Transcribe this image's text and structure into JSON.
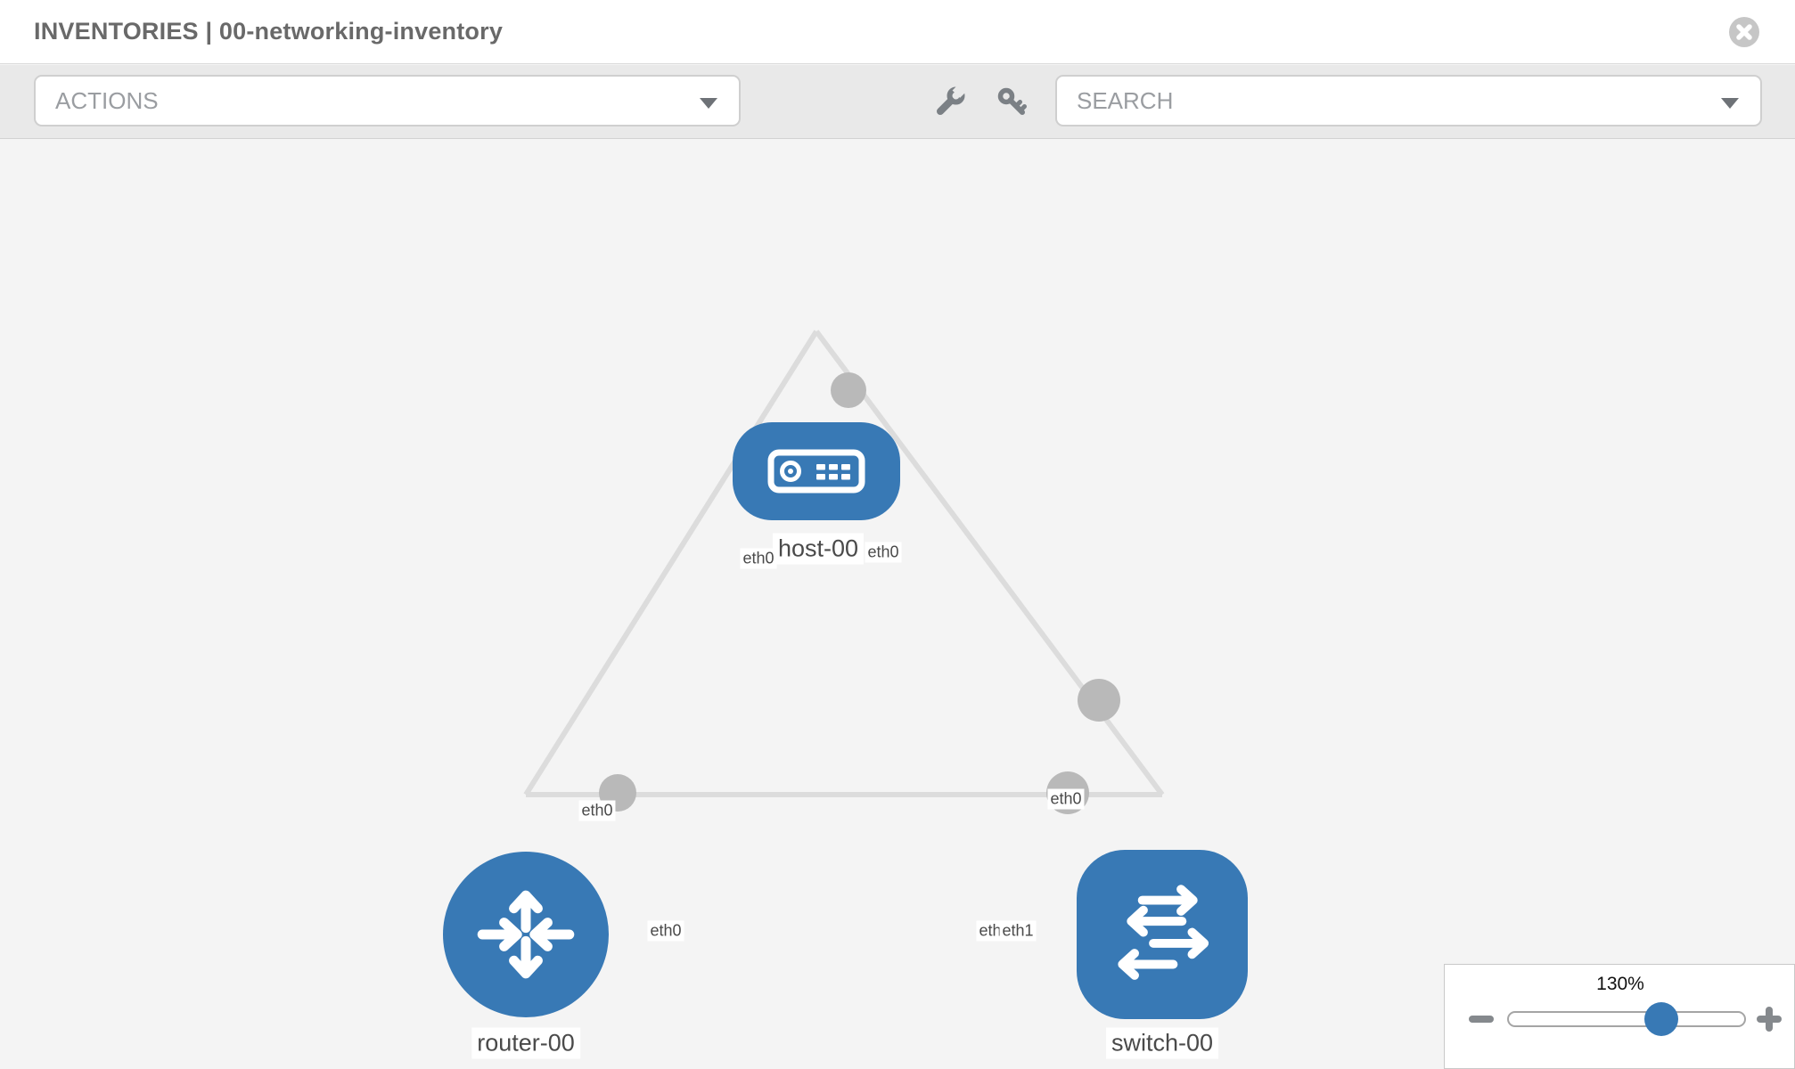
{
  "header": {
    "title": "INVENTORIES | 00-networking-inventory"
  },
  "toolbar": {
    "actions": {
      "label": "ACTIONS"
    },
    "search": {
      "label": "SEARCH"
    },
    "icons": {
      "wrench": "wrench-icon",
      "key": "key-icon"
    }
  },
  "colors": {
    "node_blue": "#3879b5",
    "edge_gray": "#dcdcdc",
    "interface_dot_gray": "#b9b9b9",
    "canvas_bg": "#f4f4f4",
    "toolbar_bg": "#e9e9e9"
  },
  "topology": {
    "nodes": [
      {
        "id": "host-00",
        "label": "host-00",
        "type": "host",
        "shape": "rounded-rect"
      },
      {
        "id": "router-00",
        "label": "router-00",
        "type": "router",
        "shape": "circle"
      },
      {
        "id": "switch-00",
        "label": "switch-00",
        "type": "switch",
        "shape": "rounded-square"
      }
    ],
    "ifaces": {
      "host_left": "eth0",
      "host_right": "eth0",
      "router_upper": "eth0",
      "switch_upper": "eth0",
      "router_mid": "eth0",
      "switch_mid_under": "eth0",
      "switch_mid": "eth1"
    },
    "links": [
      {
        "from": "host-00",
        "from_iface": "eth0",
        "to": "router-00",
        "to_iface": "eth0"
      },
      {
        "from": "host-00",
        "from_iface": "eth0",
        "to": "switch-00",
        "to_iface": "eth0"
      },
      {
        "from": "router-00",
        "from_iface": "eth0",
        "to": "switch-00",
        "to_iface": "eth1"
      }
    ]
  },
  "zoom_control": {
    "value": "130%",
    "thumb_position_pct": 65
  }
}
